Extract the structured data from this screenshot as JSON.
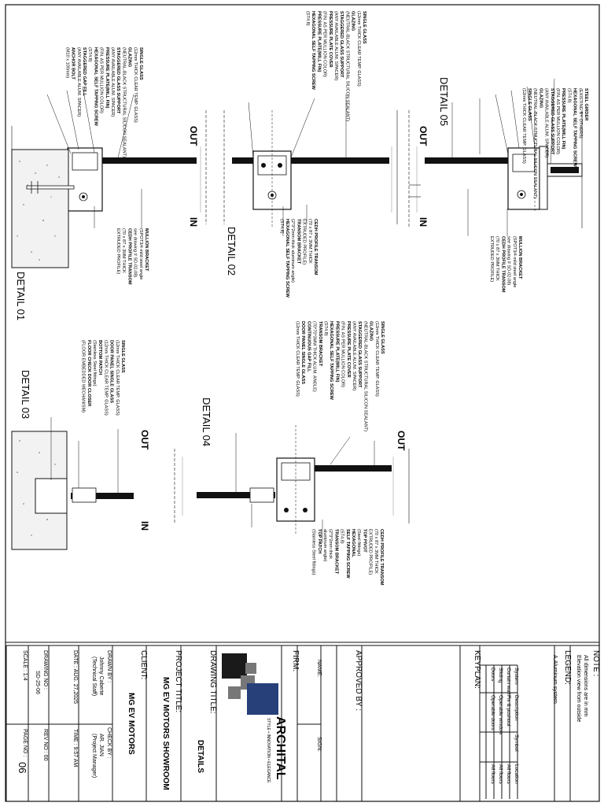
{
  "details": {
    "d01": "DETAIL  01",
    "d02": "DETAIL  02",
    "d03": "DETAIL  03",
    "d04": "DETAIL  04",
    "d05": "DETAIL  05",
    "out": "OUT",
    "in": "IN"
  },
  "callouts": {
    "detail05_left": [
      "STEEL GIRDER",
      "(EXISTING BY OTHERS)",
      "HEXAGONAL SELF TAPPING SCREW",
      "(ST4.8)",
      "PRESSURE PLATE(MILL FIN)",
      "(FIN. AS PER MULLION COLOR)",
      "STAGGERED GLASS SUPPORT",
      "(ANY AVAILABLE ALUM. SPACER)",
      "GLAZING",
      "(NEUTRAL-BLACK STRUCTURAL SILICON SEALANT)",
      "SINGLE GLASS",
      "(12mm THICK CLEAR TEMP. GLASS)"
    ],
    "detail05_right": [
      "MULLION BRACKET",
      "(SPOT3/4 mild steel angle",
      "see drawing # SD-02-08)",
      "CEDH PROFILE TRANSOM",
      "(70 x 87 x 3MM THICK",
      "EXTRUDED PROFILE)"
    ],
    "detail02_left": [
      "SINGLE GLASS",
      "(12mm THICK CLEAR TEMP. GLASS)",
      "GLAZING",
      "(NEUTRAL-BLACK STRUCTURAL SILICON SEALANT)",
      "STAGGERED GLASS SUPPORT",
      "(ANY AVAILABLE ALUM. SPACER)",
      "PRESSURE PLATE COVER",
      "(FIN. AS PER MULLION COLOR)",
      "PRESSURE PLATE(MILL FIN)",
      "HEXAGONAL SELF TAPPING SCREW",
      "(ST4.8)"
    ],
    "detail02_right": [
      "CEDH PROFILE TRANSOM",
      "(70 x 87 x 3MM THICK",
      "EXTRUDED PROFILE)",
      "TRANSOM BRACKET",
      "(2*3*2mm thick aluminum angle)",
      "HEXAGONAL SELF TAPPING SCREW",
      "(ST4.8)"
    ],
    "detail01_left": [
      "SINGLE GLASS",
      "(12mm THICK CLEAR TEMP. GLASS)",
      "GLAZING",
      "(NEUTRAL-BLACK STRUCTURAL SILICON SEALANT)",
      "STAGGERED GLASS SUPPORT",
      "(ANY AVAILABLE ALUM. SPACER)",
      "PRESSURE PLATE(MILL FIN)",
      "(FIN. AS PER MULLION COLOR)",
      "HEXAGONAL SELF TAPPING SCREW",
      "(ST4.8)",
      "STAGGERED GAP FILL",
      "(ANY AVAILABLE ALUM. SPACER)",
      "ANCHOR BOLT",
      "(M10 x 100mm)"
    ],
    "detail01_right": [
      "MULLION BRACKET",
      "(SPOT3/4 mild steel angle",
      "see drawing # SD-02-08)",
      "CEDH PROFILE TRANSOM",
      "(70 x 87 x 3MM THICK",
      "EXTRUDED PROFILE)"
    ],
    "detail04_left": [
      "SINGLE GLASS",
      "(12mm THICK CLEAR TEMP. GLASS)",
      "GLAZING",
      "(NEUTRAL-BLACK STRUCTURAL SILICON SEALANT)",
      "STAGGERED GLASS SUPPORT",
      "(ANY AVAILABLE ALUM. SPACER)",
      "PRESSURE PLATE COVER",
      "(FIN. AS PER MULLION COLOR)",
      "PRESSURE PLATE(MILL FIN)",
      "HEXAGONAL SELF TAPPING SCREW",
      "(ST4.8)",
      "TRANSOM BRACKET",
      "(70*70*3MM THICK ALUM. ANGLE)",
      "CONTINUOUS GAP FILL",
      "DOOR PANEL SINGLE GLASS",
      "(12mm THICK CLEAR TEMP. GLASS)"
    ],
    "detail04_right": [
      "CEDH PROFILE TRANSOM",
      "(70 x 87 x 3MM THICK",
      "EXTRUDED PROFILE)",
      "TOP PIVOT",
      "(Steel fittings)",
      "HEXAGONAL",
      "SELF TAPPING SCREW",
      "(ST4.8)",
      "TRANSOM BRACKET",
      "(2*3*2mm thick",
      "aluminum angle)",
      "TOP PATCH",
      "(Stainless Steel fittings)"
    ],
    "detail03_left": [
      "SINGLE GLASS",
      "(12mm THICK CLEAR TEMP. GLASS)",
      "DOOR PANEL SINGLE GLASS",
      "(12mm THICK CLEAR TEMP. GLASS)",
      "BOTTOM PATCH",
      "(Stainless Steel fittings)",
      "FLOOR CHECK DOOR CLOSER",
      "(FLOOR EMBEDDED MECHANISM)"
    ]
  },
  "titleblock": {
    "note_title": "NOTE :",
    "note_lines": [
      "All dimensions are in mm",
      "Elevation view from outside"
    ],
    "legend_title": "LEGEND:",
    "legend_subtitle": "A.Aluminum system",
    "legend_headers": [
      "System",
      "Description",
      "Symbol",
      "Location"
    ],
    "legend_rows": [
      [
        "Curtain wall",
        "Fix & pushout",
        "",
        "All floors"
      ],
      [
        "Sliding",
        "Operable window",
        "",
        "All floors"
      ],
      [
        "Doors",
        "Operable doors",
        "",
        "All floors"
      ]
    ],
    "keyplan": "KEYPLAN:",
    "approved_by": "APPROVED BY :",
    "name_label": "NAME:",
    "sign_label": "SIGN:",
    "firm": "FIRM:",
    "firm_name": "ARCHITAL",
    "firm_tagline": "STYLE • INNOVATION • ELEGANCE",
    "drawing_title_label": "DRAWING TITLE:",
    "drawing_title": "DETAILS",
    "project_title_label": "PROJECT TITLE:",
    "project_title": "MG EV MOTORS SHOWROOM",
    "client_label": "CLIENT:",
    "client": "MG EV MOTORS",
    "drawn_by_label": "DRAWN BY :",
    "drawn_by": "Johnny Caberte",
    "drawn_by_role": "(Technical Staff)",
    "check_by_label": "CHECK BY :",
    "check_by": "AR. JIAN",
    "check_by_role": "(Project Manager)",
    "date_label": "DATE :",
    "date": "AUG. 27,2025",
    "time_label": "TIME :",
    "time": "9:57 AM",
    "drawing_no_label": "DRAWING NO :",
    "drawing_no": "SD-25-06",
    "rev_no_label": "REV NO :",
    "rev_no": "00",
    "scale_label": "SCALE :",
    "scale": "1:4",
    "page_no_label": "PAGE NO :",
    "page_no": "06"
  },
  "colors": {
    "logo_dark": "#1a1a1a",
    "logo_grey": "#777777",
    "logo_blue": "#27407a",
    "line": "#111111"
  }
}
